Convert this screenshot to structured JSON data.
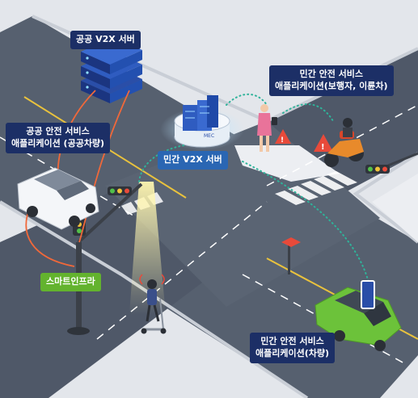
{
  "labels": {
    "public_v2x_server": "공공 V2X 서버",
    "public_safety_app_line1": "공공 안전 서비스",
    "public_safety_app_line2": "애플리케이션 (공공차량)",
    "private_v2x_server": "민간 V2X 서버",
    "private_safety_ped_line1": "민간 안전 서비스",
    "private_safety_ped_line2": "애플리케이션(보행자, 이륜차)",
    "smart_infra": "스마트인프라",
    "private_safety_veh_line1": "민간 안전 서비스",
    "private_safety_veh_line2": "애플리케이션(차량)",
    "mec_text": "MEC"
  },
  "colors": {
    "road": "#56606f",
    "road_dark": "#4a5362",
    "sidewalk": "#e3e6eb",
    "curb": "#c9ced6",
    "public_link": "#f0683a",
    "private_link": "#2fb39a",
    "navy_label": "#1c2f66",
    "blue_label": "#2a66b3",
    "green_label": "#63b32e",
    "lane_yellow": "#e9c23d"
  },
  "icons": [
    "server-rack-icon",
    "mec-server-icon",
    "traffic-light-icon",
    "pedestrian-icon",
    "motorcycle-icon",
    "scooter-rider-icon",
    "car-icon",
    "warning-sign-icon",
    "crosswalk-icon",
    "signal-pole-icon"
  ]
}
